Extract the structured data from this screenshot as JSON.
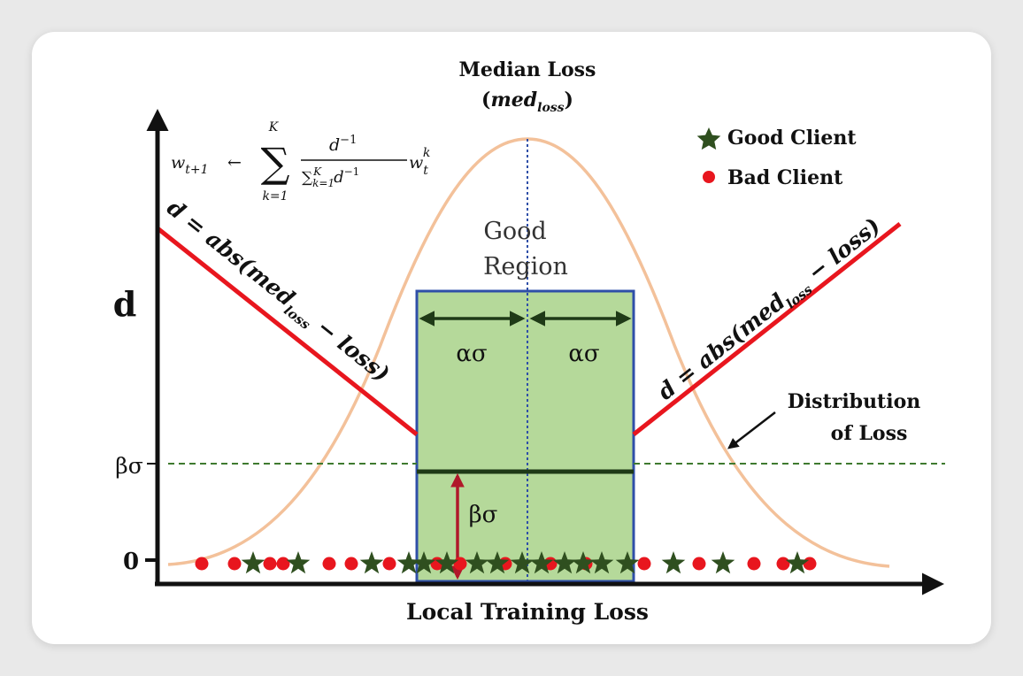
{
  "title_line1": "Median Loss",
  "title_line2_main": "med",
  "title_line2_sub": "loss",
  "title_paren_open": "(",
  "title_paren_close": ")",
  "legend": [
    {
      "label": "Good Client",
      "marker": "star",
      "color": "#2f4f1f"
    },
    {
      "label": "Bad Client",
      "marker": "dot",
      "color": "#e8161e"
    }
  ],
  "formula": {
    "lhs_w": "w",
    "lhs_sub": "t+1",
    "arrow": "←",
    "sum_top": "K",
    "sum_sigma": "∑",
    "sum_bottom": "k=1",
    "num": "d",
    "num_sup": "−1",
    "den_sigma": "∑",
    "den_sub": "k=1",
    "den_sup": "K",
    "den_d": "d",
    "den_d_sup": "−1",
    "rhs_w": "w",
    "rhs_sub": "t",
    "rhs_sup": "k"
  },
  "good_region": {
    "line1": "Good",
    "line2": "Region"
  },
  "alpha_sigma_left": "ασ",
  "alpha_sigma_right": "ασ",
  "beta_sigma_inner": "βσ",
  "y_axis_label": "d",
  "y_tick_beta": "βσ",
  "y_tick_zero": "0",
  "x_axis_label": "Local Training Loss",
  "left_line_label": {
    "pre": "d = abs(",
    "med": "med",
    "sub": "loss",
    "post": " − loss)"
  },
  "right_line_label": {
    "pre": "d = abs(",
    "med": "med",
    "sub": "loss",
    "post": " − loss)"
  },
  "distribution_label": {
    "line1": "Distribution",
    "line2": "of Loss"
  },
  "colors": {
    "red_line": "#e8161e",
    "bell": "#f3c19a",
    "region_fill": "#b5d99a",
    "region_border": "#2f4fa8",
    "dark_green": "#1f3a17",
    "dashed_green": "#3f7a2f",
    "median_dotted": "#2f4fa8",
    "beta_arrow": "#b0182a",
    "axis": "#111111"
  },
  "clients": {
    "bad_x": [
      228,
      265,
      305,
      320,
      372,
      397,
      440,
      494,
      520,
      571,
      622,
      662,
      728,
      790,
      852,
      885,
      915
    ],
    "good_x": [
      286,
      337,
      420,
      462,
      479,
      505,
      539,
      562,
      590,
      612,
      638,
      659,
      680,
      709,
      761,
      817,
      901
    ]
  }
}
